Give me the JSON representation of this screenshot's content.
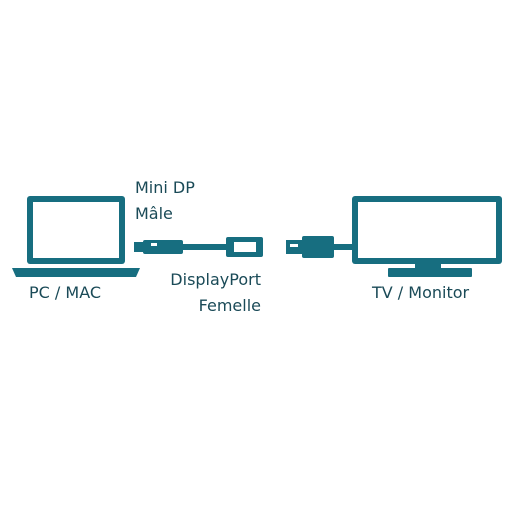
{
  "colors": {
    "device": "#176e80",
    "device_inner": "#ffffff",
    "text": "#1a4a57"
  },
  "labels": {
    "pc": "PC / MAC",
    "mini_dp_line1": "Mini DP",
    "mini_dp_line2": "Mâle",
    "displayport_line1": "DisplayPort",
    "displayport_line2": "Femelle",
    "tv": "TV / Monitor"
  },
  "icons": {
    "computer": "laptop-icon",
    "adapter": "mini-dp-to-displayport-cable-icon",
    "plug": "displayport-plug-icon",
    "display": "monitor-icon"
  }
}
